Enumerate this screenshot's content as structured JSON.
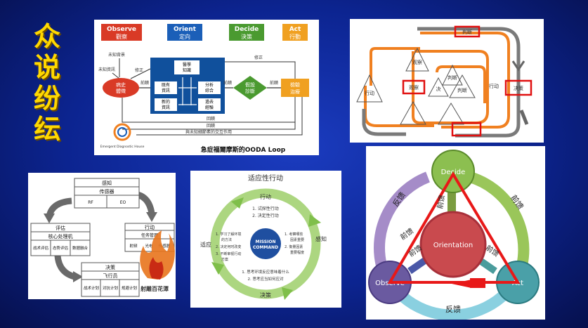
{
  "title_chars": [
    "众",
    "说",
    "纷",
    "纭"
  ],
  "ooda": {
    "phases": [
      {
        "en": "Observe",
        "zh": "觀察",
        "color": "#d93a26"
      },
      {
        "en": "Orient",
        "zh": "定向",
        "color": "#1b5fb8"
      },
      {
        "en": "Decide",
        "zh": "決策",
        "color": "#4a9a30"
      },
      {
        "en": "Act",
        "zh": "行動",
        "color": "#f0a020"
      }
    ],
    "nodes": {
      "obs_main": "病史\n體徵",
      "orient_top": "醫學\n知識",
      "orient_l1": "既有\n資訊",
      "orient_l2": "新的\n資訊",
      "orient_r1": "分析\n綜合",
      "orient_r2": "過去\n經驗",
      "decide": "假設\n診斷",
      "act": "檢驗\n治療"
    },
    "labels": {
      "unknown_bg": "未知背景",
      "unknown_info": "未知資訊",
      "correct1": "修正",
      "correct2": "修正",
      "forward1": "前饋",
      "forward2": "前饋",
      "forward3": "前饋",
      "feedback1": "回饋",
      "feedback2": "回饋",
      "interaction": "與未知細節素的交互作用",
      "logo_caption": "Emergent Diagnostic House",
      "caption": "急症福爾摩斯的OODA Loop"
    }
  },
  "loop_diagram": {
    "triangles": [
      "行动",
      "观察",
      "判断",
      "决",
      "判断",
      "行动"
    ],
    "boxes": [
      "判断",
      "观察",
      "决策"
    ]
  },
  "mission_command": {
    "title": "适应性行动",
    "center_1": "MISSION",
    "center_2": "COMMAND",
    "top_label": "行动",
    "top_item_1": "1. 试探性行动",
    "top_item_2": "2. 决定性行动",
    "left_label": "适应",
    "left_items": [
      "1. 学习了解环境",
      "的方法",
      "2. 决定何时改变",
      "3. 不断审视行动",
      "方案"
    ],
    "right_label": "感知",
    "right_items": [
      "1. 考察哪些",
      "因素重要",
      "2. 衡量因素",
      "重要程度"
    ],
    "bottom_label": "决策",
    "bottom_item_1": "1. 思考环境反应意味着什么",
    "bottom_item_2": "2. 思考应当如何应对"
  },
  "cycle_diagram": {
    "sense_title": "感知",
    "sense_sub": "传感器",
    "sense_cells": [
      "RF",
      "EO"
    ],
    "eval_title": "评估",
    "eval_sub": "核心处理机",
    "eval_cells": [
      "战术评估",
      "态势评估",
      "数据融合"
    ],
    "act_title": "行动",
    "act_sub": "任务管理",
    "act_cells": [
      "射频",
      "光电",
      "传感器"
    ],
    "decide_title": "决策",
    "decide_sub": "飞行员",
    "decide_cells": [
      "战术计划",
      "对抗计划",
      "规避计划"
    ],
    "watermark": "射雕百花潭"
  },
  "triangle_diagram": {
    "decide": "Decide",
    "orientation": "Orientation",
    "observe": "Observe",
    "act": "Act",
    "arc_labels": [
      "反馈",
      "前馈",
      "反馈",
      "前馈",
      "前馈",
      "前馈",
      "前馈"
    ]
  }
}
